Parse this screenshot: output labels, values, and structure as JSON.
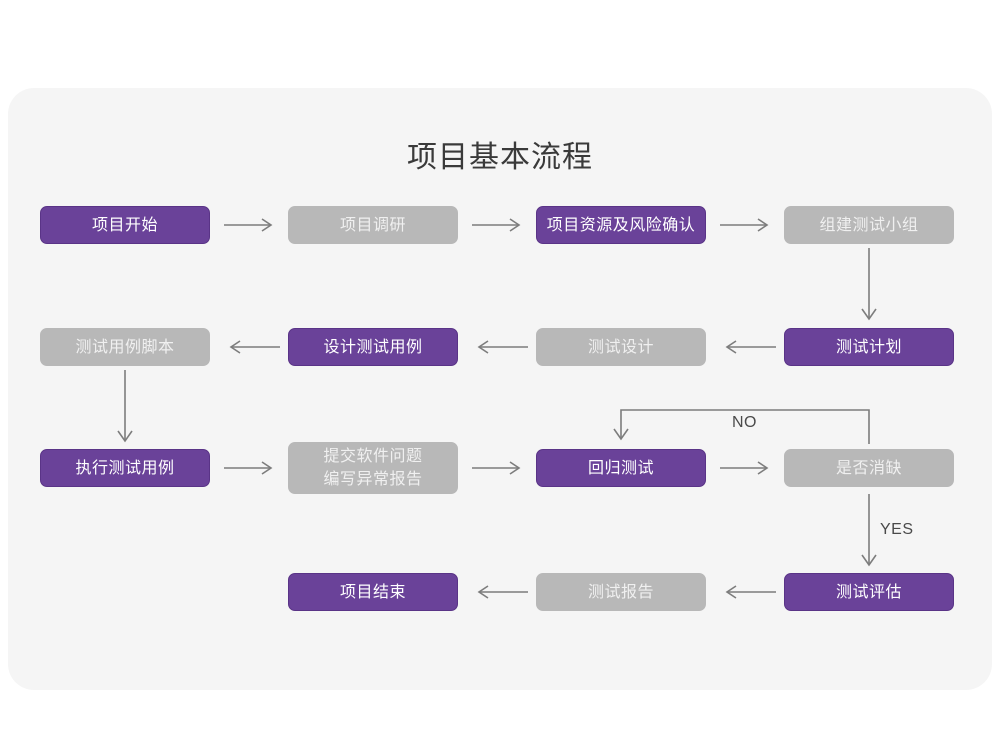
{
  "page": {
    "title": "项目基本流程",
    "background_color": "#ffffff",
    "panel_color": "#f5f5f5",
    "purple_color": "#6a4299",
    "gray_color": "#b8b8b8",
    "edge_color": "#7d7d7d"
  },
  "nodes": [
    {
      "id": "n1",
      "label": "项目开始",
      "style": "purple",
      "row": 1
    },
    {
      "id": "n2",
      "label": "项目调研",
      "style": "gray",
      "row": 1
    },
    {
      "id": "n3",
      "label": "项目资源及风险确认",
      "style": "purple",
      "row": 1
    },
    {
      "id": "n4",
      "label": "组建测试小组",
      "style": "gray",
      "row": 1
    },
    {
      "id": "n5",
      "label": "测试用例脚本",
      "style": "gray",
      "row": 2
    },
    {
      "id": "n6",
      "label": "设计测试用例",
      "style": "purple",
      "row": 2
    },
    {
      "id": "n7",
      "label": "测试设计",
      "style": "gray",
      "row": 2
    },
    {
      "id": "n8",
      "label": "测试计划",
      "style": "purple",
      "row": 2
    },
    {
      "id": "n9",
      "label": "执行测试用例",
      "style": "purple",
      "row": 3
    },
    {
      "id": "n10",
      "label": "提交软件问题\n编写异常报告",
      "style": "gray",
      "row": 3
    },
    {
      "id": "n11",
      "label": "回归测试",
      "style": "purple",
      "row": 3
    },
    {
      "id": "n12",
      "label": "是否消缺",
      "style": "gray",
      "row": 3
    },
    {
      "id": "n13",
      "label": "项目结束",
      "style": "purple",
      "row": 4
    },
    {
      "id": "n14",
      "label": "测试报告",
      "style": "gray",
      "row": 4
    },
    {
      "id": "n15",
      "label": "测试评估",
      "style": "purple",
      "row": 4
    }
  ],
  "edge_labels": {
    "no": "NO",
    "yes": "YES"
  }
}
